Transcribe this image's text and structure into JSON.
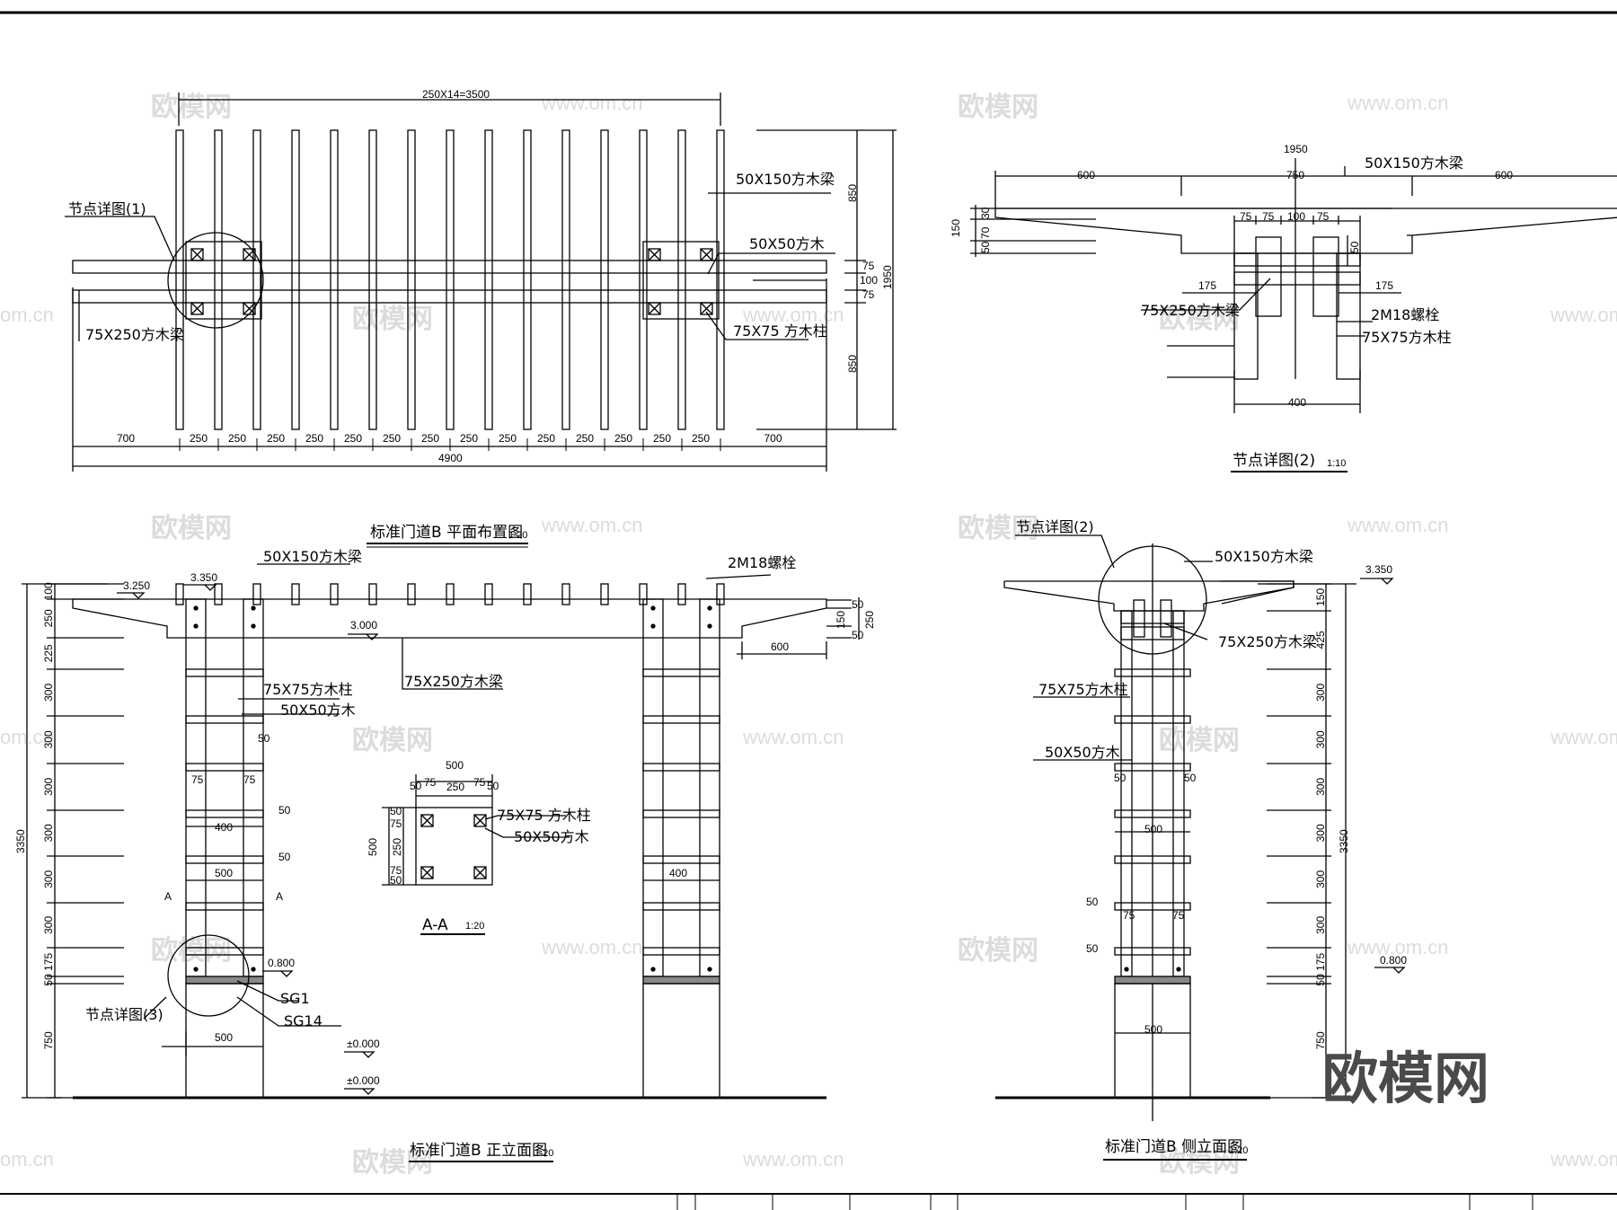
{
  "watermarks": {
    "brand": "欧模网",
    "url": "www.om.cn",
    "url_short": "om.cn",
    "corner_logo": "欧模网"
  },
  "plan": {
    "title": "标准门道B 平面布置图",
    "scale": "1:20",
    "top_dim": "250X14=3500",
    "labels": {
      "node1": "节点详图(1)",
      "purlin": "50X150方木梁",
      "square50": "50X50方木",
      "beam": "75X250方木梁",
      "post": "75X75 方木柱"
    },
    "right_dims": [
      "850",
      "75",
      "100",
      "75",
      "850",
      "1950"
    ],
    "bottom_dims": [
      "700",
      "250",
      "250",
      "250",
      "250",
      "250",
      "250",
      "250",
      "250",
      "250",
      "250",
      "250",
      "250",
      "250",
      "250",
      "700"
    ],
    "total": "4900"
  },
  "node2": {
    "title": "节点详图(2)",
    "scale": "1:10",
    "dims_top": {
      "total": "1950",
      "left": "600",
      "mid": "750",
      "right": "600"
    },
    "inner_dims": [
      "75",
      "75",
      "100",
      "75"
    ],
    "left_dims": [
      "30",
      "70",
      "50",
      "150"
    ],
    "side_175": "175",
    "v50": "50",
    "bottom": "400",
    "labels": {
      "purlin": "50X150方木梁",
      "beam": "75X250方木梁",
      "bolt": "2M18螺栓",
      "post": "75X75方木柱"
    }
  },
  "front": {
    "title": "标准门道B 正立面图",
    "scale": "1:20",
    "elev": {
      "e3350": "3.350",
      "e3250": "3.250",
      "e3000": "3.000",
      "e0800": "0.800",
      "e0000a": "±0.000",
      "e0000b": "±0.000"
    },
    "labels": {
      "purlin": "50X150方木梁",
      "bolt": "2M18螺栓",
      "beam": "75X250方木梁",
      "post": "75X75方木柱",
      "square50": "50X50方木",
      "node3": "节点详图(3)",
      "sg1": "SG1",
      "sg14": "SG14",
      "a_left": "A",
      "a_right": "A"
    },
    "left_dims": [
      "100",
      "250",
      "225",
      "300",
      "300",
      "300",
      "300",
      "300",
      "300",
      "175",
      "50",
      "750"
    ],
    "total": "3350",
    "dims": {
      "d50a": "50",
      "d75a": "75",
      "d75b": "75",
      "d50b": "50",
      "d50c": "50",
      "d400": "400",
      "d500a": "500",
      "d500b": "500",
      "d400r": "400",
      "d600": "600"
    },
    "right_end_dims": [
      "50",
      "150",
      "250",
      "50"
    ]
  },
  "section": {
    "title": "A-A",
    "scale": "1:20",
    "top": {
      "total": "500",
      "parts": [
        "50",
        "75",
        "250",
        "75",
        "50"
      ]
    },
    "left": {
      "total": "500",
      "parts": [
        "50",
        "75",
        "250",
        "75",
        "50"
      ]
    },
    "labels": {
      "post": "75X75 方木柱",
      "square50": "50X50方木"
    }
  },
  "side": {
    "title": "标准门道B 侧立面图",
    "scale": "1:20",
    "labels": {
      "node2": "节点详图(2)",
      "purlin": "50X150方木梁",
      "beam": "75X250方木梁",
      "post": "75X75方木柱",
      "square50": "50X50方木"
    },
    "elev": {
      "e3350": "3.350",
      "e0800": "0.800"
    },
    "right_dims": [
      "150",
      "425",
      "300",
      "300",
      "300",
      "300",
      "300",
      "300",
      "175",
      "50",
      "750"
    ],
    "total": "3350",
    "dims": {
      "d50l": "50",
      "d50r": "50",
      "d500a": "500",
      "d50x1": "50",
      "d75a": "75",
      "d75b": "75",
      "d50x2": "50",
      "d500b": "500"
    }
  }
}
